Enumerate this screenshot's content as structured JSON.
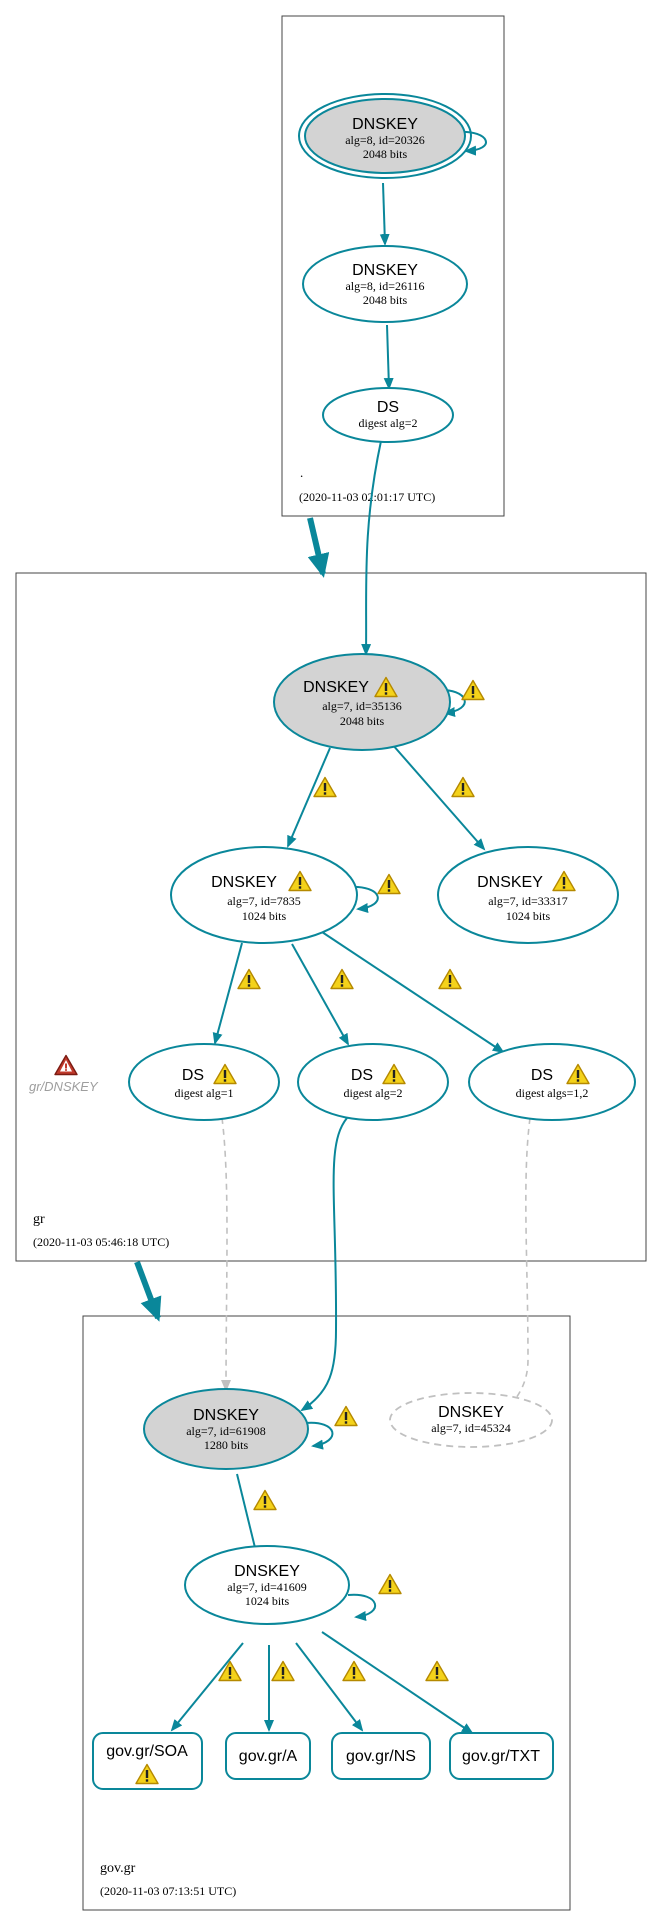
{
  "colors": {
    "edge": "#0a879a",
    "box_border": "#444444",
    "fill_ksk": "#d3d3d3",
    "fill_node": "#ffffff",
    "dashed": "#c0c0c0",
    "warn_fill": "#f4d21a",
    "warn_stroke": "#b58900",
    "error_fill": "#c0392b",
    "muted_text": "#9e9e9e"
  },
  "zones": {
    "root": {
      "name": ".",
      "timestamp": "(2020-11-03 02:01:17 UTC)"
    },
    "gr": {
      "name": "gr",
      "timestamp": "(2020-11-03 05:46:18 UTC)",
      "error_label": "gr/DNSKEY"
    },
    "govgr": {
      "name": "gov.gr",
      "timestamp": "(2020-11-03 07:13:51 UTC)"
    }
  },
  "nodes": {
    "root_ksk": {
      "title": "DNSKEY",
      "line1": "alg=8, id=20326",
      "line2": "2048 bits"
    },
    "root_zsk": {
      "title": "DNSKEY",
      "line1": "alg=8, id=26116",
      "line2": "2048 bits"
    },
    "root_ds": {
      "title": "DS",
      "line1": "digest alg=2"
    },
    "gr_ksk": {
      "title": "DNSKEY",
      "line1": "alg=7, id=35136",
      "line2": "2048 bits"
    },
    "gr_zsk": {
      "title": "DNSKEY",
      "line1": "alg=7, id=7835",
      "line2": "1024 bits"
    },
    "gr_key3": {
      "title": "DNSKEY",
      "line1": "alg=7, id=33317",
      "line2": "1024 bits"
    },
    "gr_ds1": {
      "title": "DS",
      "line1": "digest alg=1"
    },
    "gr_ds2": {
      "title": "DS",
      "line1": "digest alg=2"
    },
    "gr_ds3": {
      "title": "DS",
      "line1": "digest algs=1,2"
    },
    "gov_ksk": {
      "title": "DNSKEY",
      "line1": "alg=7, id=61908",
      "line2": "1280 bits"
    },
    "gov_missing": {
      "title": "DNSKEY",
      "line1": "alg=7, id=45324"
    },
    "gov_zsk": {
      "title": "DNSKEY",
      "line1": "alg=7, id=41609",
      "line2": "1024 bits"
    },
    "rr_soa": {
      "title": "gov.gr/SOA"
    },
    "rr_a": {
      "title": "gov.gr/A"
    },
    "rr_ns": {
      "title": "gov.gr/NS"
    },
    "rr_txt": {
      "title": "gov.gr/TXT"
    }
  },
  "icons": {
    "warning": "warning-icon",
    "error": "error-icon"
  }
}
